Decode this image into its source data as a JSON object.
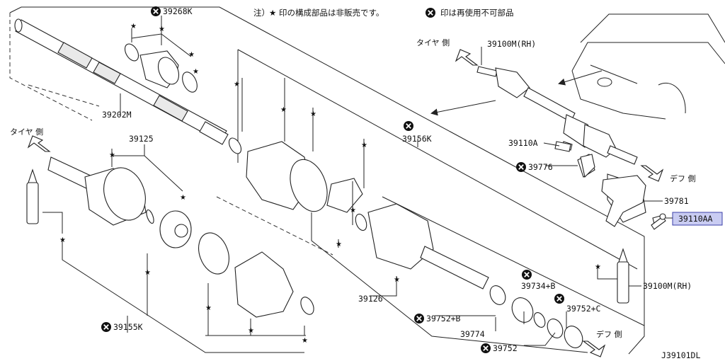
{
  "note": {
    "prefix": "注）",
    "star": "★",
    "star_text": "印の構成部品は非販売です。",
    "x_text": "印は再使用不可部品"
  },
  "directions": {
    "tire_side_1": "タイヤ 側",
    "tire_side_2": "タイヤ 側",
    "diff_side_1": "デフ 側",
    "diff_side_2": "デフ 側"
  },
  "labels": {
    "p39268K": "39268K",
    "p39202M": "39202M",
    "p39125": "39125",
    "p39156K": "39156K",
    "p39100M_top": "39100M(RH)",
    "p39110A": "39110A",
    "p39776": "39776",
    "p39781": "39781",
    "p39110AA": "39110AA",
    "p39100M_bottom": "39100M(RH)",
    "p39155K": "39155K",
    "p39126": "39126",
    "p39752B": "39752+B",
    "p39734B": "39734+B",
    "p39752C": "39752+C",
    "p39774": "39774",
    "p39752": "39752",
    "diagram_code": "J39101DL"
  },
  "colors": {
    "highlight_fill": "#c9ccf2",
    "highlight_border": "#3b3fa8",
    "ink": "#111111"
  },
  "icons": {
    "not_reusable": "x-circle-icon",
    "not_sold": "star-icon",
    "direction": "arrow-icon"
  }
}
